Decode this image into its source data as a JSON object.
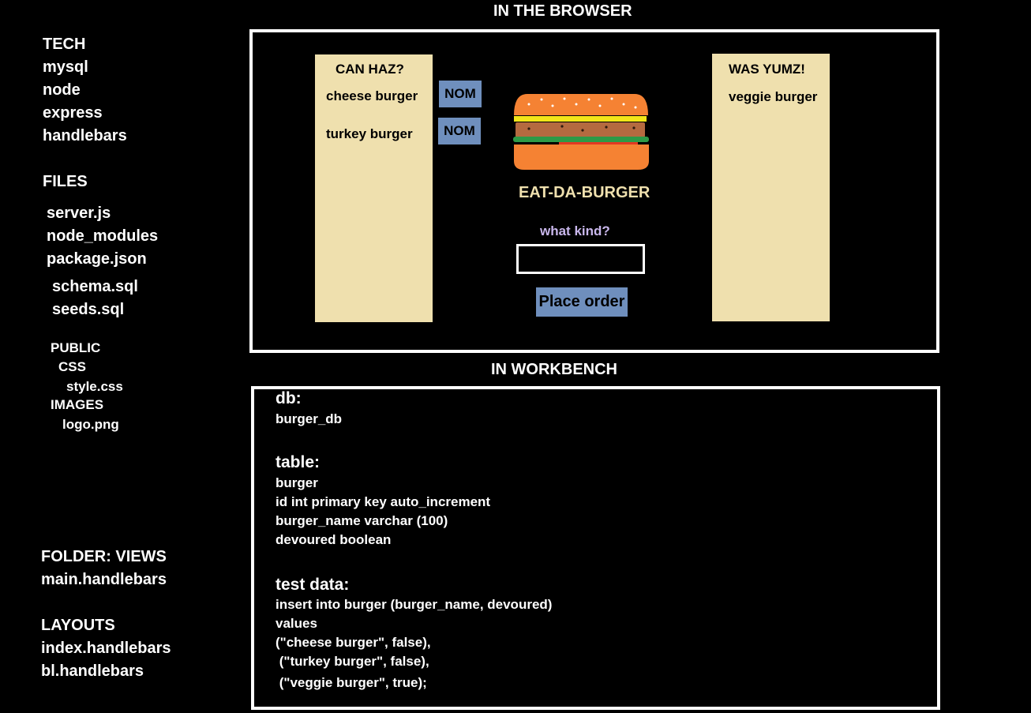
{
  "sidebar": {
    "tech_heading": "TECH",
    "tech_items": [
      "mysql",
      "node",
      "express",
      "handlebars"
    ],
    "files_heading": "FILES",
    "files_items": [
      "server.js",
      "node_modules",
      "package.json"
    ],
    "sql_items": [
      "schema.sql",
      "seeds.sql"
    ],
    "public_heading": "PUBLIC",
    "css_folder": "CSS",
    "css_file": "style.css",
    "images_folder": "IMAGES",
    "images_file": "logo.png",
    "views_heading": "FOLDER: VIEWS",
    "views_file": "main.handlebars",
    "layouts_heading": "LAYOUTS",
    "layouts_items": [
      "index.handlebars",
      "bl.handlebars"
    ]
  },
  "browser": {
    "section_title": "IN THE BROWSER",
    "left_title": "CAN HAZ?",
    "left_items": [
      {
        "name": "cheese burger",
        "button": "NOM"
      },
      {
        "name": "turkey burger",
        "button": "NOM"
      }
    ],
    "app_title": "EAT-DA-BURGER",
    "prompt": "what kind?",
    "input_value": "",
    "submit_label": "Place order",
    "right_title": "WAS YUMZ!",
    "right_items": [
      "veggie burger"
    ]
  },
  "workbench": {
    "section_title": "IN WORKBENCH",
    "db_heading": "db:",
    "db_name": "burger_db",
    "table_heading": "table:",
    "table_lines": [
      "burger",
      "id int primary key auto_increment",
      "burger_name varchar (100)",
      "devoured boolean"
    ],
    "test_heading": "test data:",
    "test_lines": [
      "insert into burger (burger_name, devoured)",
      "values",
      "(\"cheese burger\", false),",
      " (\"turkey burger\", false),",
      " (\"veggie burger\", true);"
    ]
  },
  "colors": {
    "background": "#000000",
    "column": "#efe0ae",
    "button": "#6f8fbd",
    "title": "#efe0ae",
    "prompt": "#c9b7ec",
    "bun": "#f58233",
    "cheese": "#f2e519",
    "patty": "#b56a40",
    "lettuce": "#2e9a47",
    "tomato": "#e23a22"
  },
  "icons": {
    "logo": "burger-icon"
  }
}
